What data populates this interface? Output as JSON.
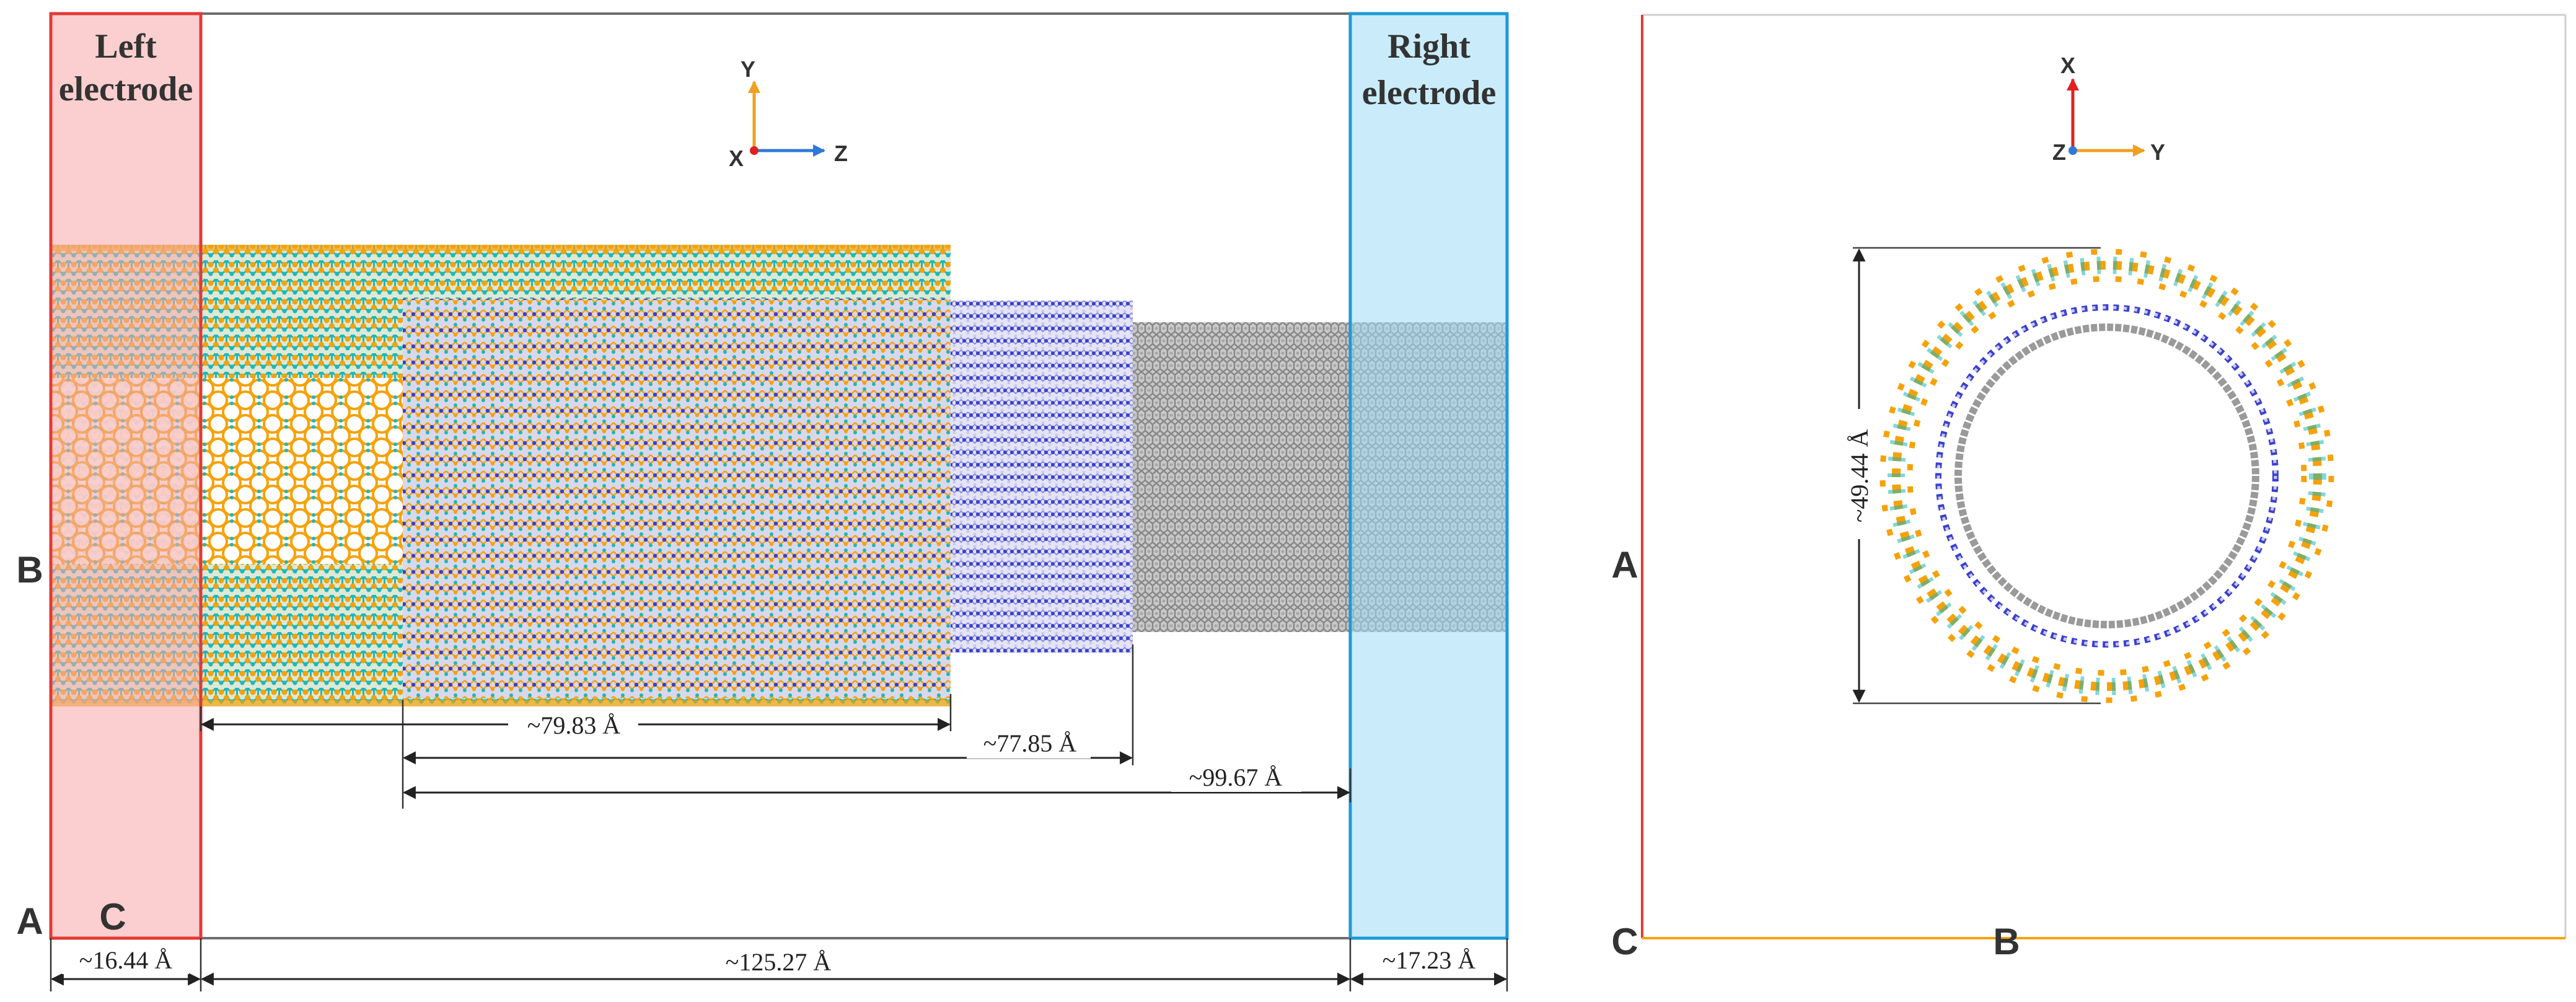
{
  "left_panel": {
    "left_electrode": {
      "line1": "Left",
      "line2": "electrode",
      "color": "#e53935",
      "fill": "#f8c4c4"
    },
    "right_electrode": {
      "line1": "Right",
      "line2": "electrode",
      "color": "#1e9ad6",
      "fill": "#c8ecf9"
    },
    "axes": {
      "vertical": "Y",
      "horizontal": "Z",
      "origin": "X"
    },
    "corner_labels": {
      "a": "A",
      "b": "B",
      "c": "C"
    },
    "dimensions": {
      "d1": "~79.83 Å",
      "d2": "~77.85 Å",
      "d3": "~99.67 Å",
      "bottom_left": "~16.44 Å",
      "bottom_mid": "~125.27 Å",
      "bottom_right": "~17.23 Å"
    }
  },
  "right_panel": {
    "axes": {
      "vertical": "X",
      "horizontal": "Y",
      "origin": "Z"
    },
    "corner_labels": {
      "a": "A",
      "b": "B",
      "c": "C"
    },
    "dimension": "~49.44 Å"
  },
  "colors": {
    "sulfur": "#f5a20a",
    "metal": "#1fb7b7",
    "boron": "#3a3fd0",
    "nitrogen": "#c8c8e8",
    "carbon": "#9a9a9a",
    "axis_y": "#f0a020",
    "axis_z": "#2f78d8",
    "axis_x": "#e02020"
  }
}
